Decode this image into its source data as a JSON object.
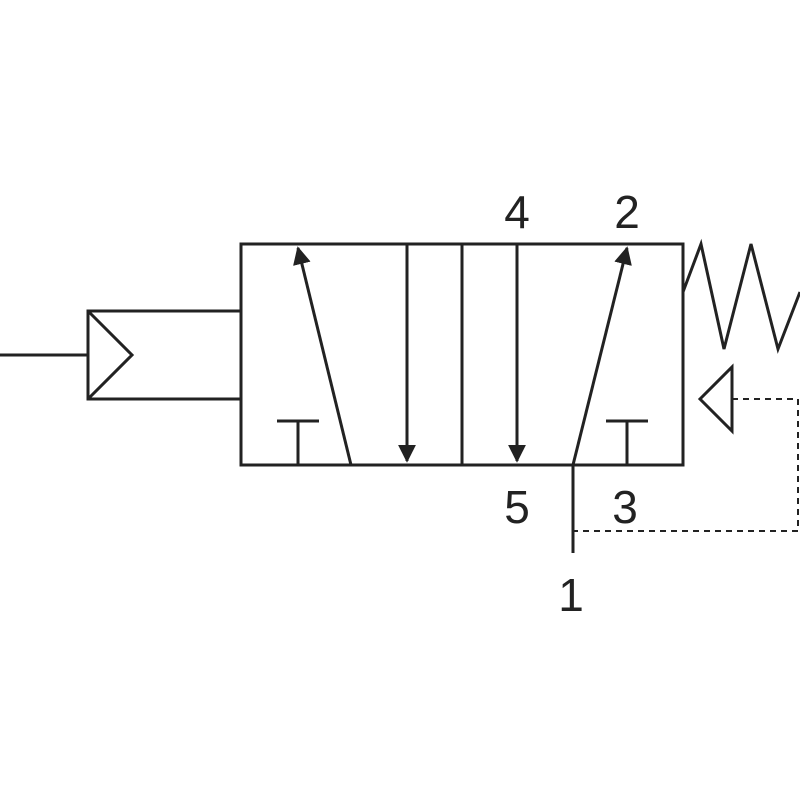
{
  "colors": {
    "stroke": "#222222",
    "background": "#ffffff"
  },
  "ports": {
    "p1": "1",
    "p2": "2",
    "p3": "3",
    "p4": "4",
    "p5": "5"
  }
}
